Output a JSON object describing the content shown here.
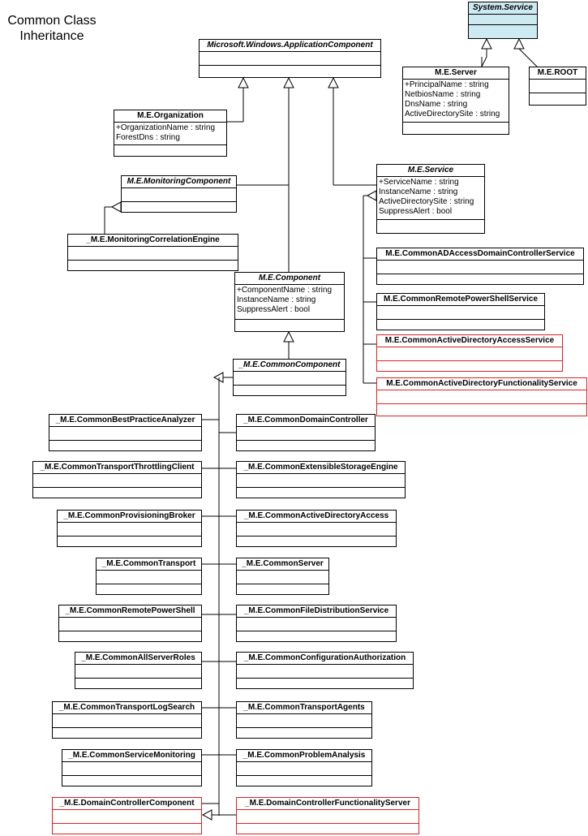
{
  "title": [
    "Common Class",
    "Inheritance"
  ],
  "colors": {
    "line": "#000000",
    "highlight": "#e02020",
    "system_fill": "#cdeaf2"
  },
  "classes": [
    {
      "id": "system-service",
      "name": "System.Service",
      "abstract": true,
      "system": true,
      "attributes": []
    },
    {
      "id": "me-server",
      "name": "M.E.Server",
      "attributes": [
        "+PrincipalName : string",
        "NetbiosName : string",
        "DnsName : string",
        "ActiveDirectorySite : string"
      ]
    },
    {
      "id": "me-root",
      "name": "M.E.ROOT",
      "attributes": []
    },
    {
      "id": "app-component",
      "name": "Microsoft.Windows.ApplicationComponent",
      "abstract": true,
      "attributes": []
    },
    {
      "id": "me-organization",
      "name": "M.E.Organization",
      "attributes": [
        "+OrganizationName : string",
        "ForestDns : string"
      ]
    },
    {
      "id": "me-monitoring-component",
      "name": "M.E.MonitoringComponent",
      "abstract": true,
      "attributes": []
    },
    {
      "id": "me-monitoring-correlation-engine",
      "name": "_M.E.MonitoringCorrelationEngine",
      "attributes": []
    },
    {
      "id": "me-service",
      "name": "M.E.Service",
      "abstract": true,
      "attributes": [
        "+ServiceName : string",
        "InstanceName : string",
        "ActiveDirectorySite : string",
        "SuppressAlert : bool"
      ]
    },
    {
      "id": "me-component",
      "name": "M.E.Component",
      "abstract": true,
      "attributes": [
        "+ComponentName : string",
        "InstanceName : string",
        "SuppressAlert : bool"
      ]
    },
    {
      "id": "me-common-component",
      "name": "_M.E.CommonComponent",
      "abstract": true,
      "attributes": []
    },
    {
      "id": "ad-access-dc-service",
      "name": "M.E.CommonADAccessDomainControllerService",
      "attributes": []
    },
    {
      "id": "remote-powershell-service",
      "name": "M.E.CommonRemotePowerShellService",
      "attributes": []
    },
    {
      "id": "ad-access-service",
      "name": "M.E.CommonActiveDirectoryAccessService",
      "highlight": true,
      "attributes": []
    },
    {
      "id": "ad-functionality-service",
      "name": "M.E.CommonActiveDirectoryFunctionalityService",
      "highlight": true,
      "attributes": []
    },
    {
      "id": "best-practice-analyzer",
      "name": "_M.E.CommonBestPracticeAnalyzer",
      "attributes": []
    },
    {
      "id": "transport-throttling-client",
      "name": "_M.E.CommonTransportThrottlingClient",
      "attributes": []
    },
    {
      "id": "provisioning-broker",
      "name": "_M.E.CommonProvisioningBroker",
      "attributes": []
    },
    {
      "id": "common-transport",
      "name": "_M.E.CommonTransport",
      "attributes": []
    },
    {
      "id": "common-remote-powershell",
      "name": "_M.E.CommonRemotePowerShell",
      "attributes": []
    },
    {
      "id": "all-server-roles",
      "name": "_M.E.CommonAllServerRoles",
      "attributes": []
    },
    {
      "id": "transport-log-search",
      "name": "_M.E.CommonTransportLogSearch",
      "attributes": []
    },
    {
      "id": "service-monitoring",
      "name": "_M.E.CommonServiceMonitoring",
      "attributes": []
    },
    {
      "id": "dc-component",
      "name": "_M.E.DomainControllerComponent",
      "highlight": true,
      "attributes": []
    },
    {
      "id": "common-domain-controller",
      "name": "_M.E.CommonDomainController",
      "attributes": []
    },
    {
      "id": "extensible-storage-engine",
      "name": "_M.E.CommonExtensibleStorageEngine",
      "attributes": []
    },
    {
      "id": "common-ad-access",
      "name": "_M.E.CommonActiveDirectoryAccess",
      "attributes": []
    },
    {
      "id": "common-server",
      "name": "_M.E.CommonServer",
      "attributes": []
    },
    {
      "id": "file-distribution-service",
      "name": "_M.E.CommonFileDistributionService",
      "attributes": []
    },
    {
      "id": "configuration-authorization",
      "name": "_M.E.CommonConfigurationAuthorization",
      "attributes": []
    },
    {
      "id": "transport-agents",
      "name": "_M.E.CommonTransportAgents",
      "attributes": []
    },
    {
      "id": "problem-analysis",
      "name": "_M.E.CommonProblemAnalysis",
      "attributes": []
    },
    {
      "id": "dc-functionality-server",
      "name": "_M.E.DomainControllerFunctionalityServer",
      "highlight": true,
      "attributes": []
    }
  ]
}
